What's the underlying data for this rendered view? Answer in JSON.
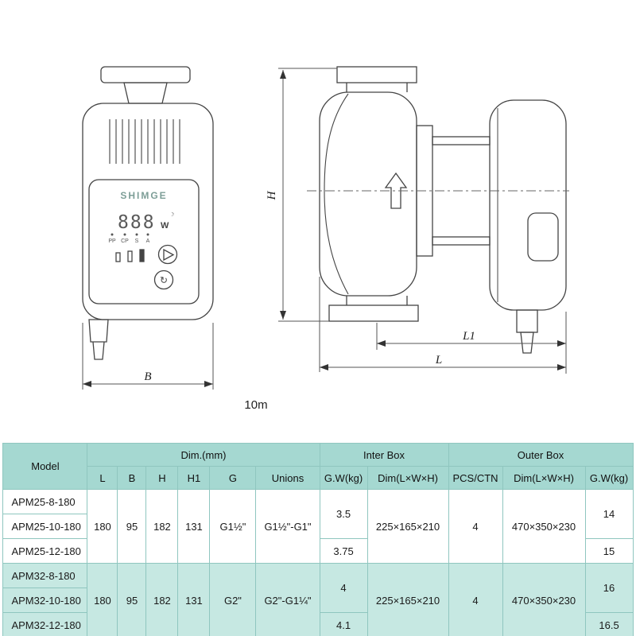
{
  "diagram": {
    "brand": "SHIMGE",
    "display_value": "888",
    "display_unit": "W",
    "icons": {
      "auto": "↻",
      "night": "☽"
    },
    "indicators": [
      "PP",
      "CP",
      "S",
      "A"
    ],
    "dims": {
      "h": "H",
      "b": "B",
      "l1": "L1",
      "l": "L"
    },
    "head": "10m"
  },
  "table": {
    "headers": {
      "model": "Model",
      "dim_group": "Dim.(mm)",
      "inter_group": "Inter Box",
      "outer_group": "Outer Box",
      "sub": [
        "L",
        "B",
        "H",
        "H1",
        "G",
        "Unions",
        "G.W(kg)",
        "Dim(L×W×H)",
        "PCS/CTN",
        "Dim(L×W×H)",
        "G.W(kg)"
      ]
    },
    "groups": [
      {
        "models": [
          "APM25-8-180",
          "APM25-10-180",
          "APM25-12-180"
        ],
        "dims": [
          "180",
          "95",
          "182",
          "131",
          "G1½\"",
          "G1½\"-G1\""
        ],
        "inter_gw_top": "3.5",
        "inter_gw_bottom": "3.75",
        "inter_dim": "225×165×210",
        "pcs": "4",
        "outer_dim": "470×350×230",
        "outer_gw_top": "14",
        "outer_gw_bottom": "15"
      },
      {
        "models": [
          "APM32-8-180",
          "APM32-10-180",
          "APM32-12-180"
        ],
        "dims": [
          "180",
          "95",
          "182",
          "131",
          "G2\"",
          "G2\"-G1¼\""
        ],
        "inter_gw_top": "4",
        "inter_gw_bottom": "4.1",
        "inter_dim": "225×165×210",
        "pcs": "4",
        "outer_dim": "470×350×230",
        "outer_gw_top": "16",
        "outer_gw_bottom": "16.5"
      }
    ],
    "colors": {
      "header_bg": "#a5d8d1",
      "alt_row_bg": "#c6e8e2",
      "border": "#8fc6bf"
    }
  }
}
